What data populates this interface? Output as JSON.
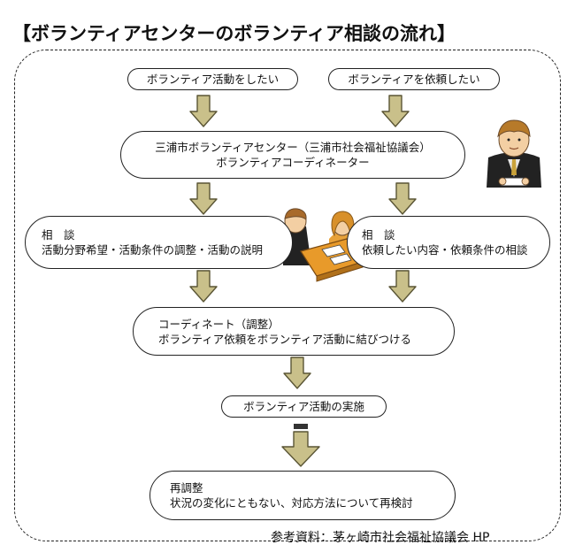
{
  "title": "【ボランティアセンターのボランティア相談の流れ】",
  "nodes": {
    "want_activity": "ボランティア活動をしたい",
    "want_request": "ボランティアを依頼したい",
    "center": {
      "line1": "三浦市ボランティアセンター（三浦市社会福祉協議会）",
      "line2": "ボランティアコーディネーター"
    },
    "consult_left": {
      "heading": "相　談",
      "body": "活動分野希望・活動条件の調整・活動の説明"
    },
    "consult_right": {
      "heading": "相　談",
      "body": "依頼したい内容・依頼条件の相談"
    },
    "coordinate": {
      "line1": "コーディネート（調整）",
      "line2": "ボランティア依頼をボランティア活動に結びつける"
    },
    "implement": "ボランティア活動の実施",
    "readjust": {
      "line1": "再調整",
      "line2": "状況の変化にともない、対応方法について再検討"
    }
  },
  "source": "参考資料：茅ヶ崎市社会福祉協議会 HP",
  "colors": {
    "arrow_fill": "#c9c08a",
    "arrow_stroke": "#5a5535",
    "outline": "#222222"
  }
}
